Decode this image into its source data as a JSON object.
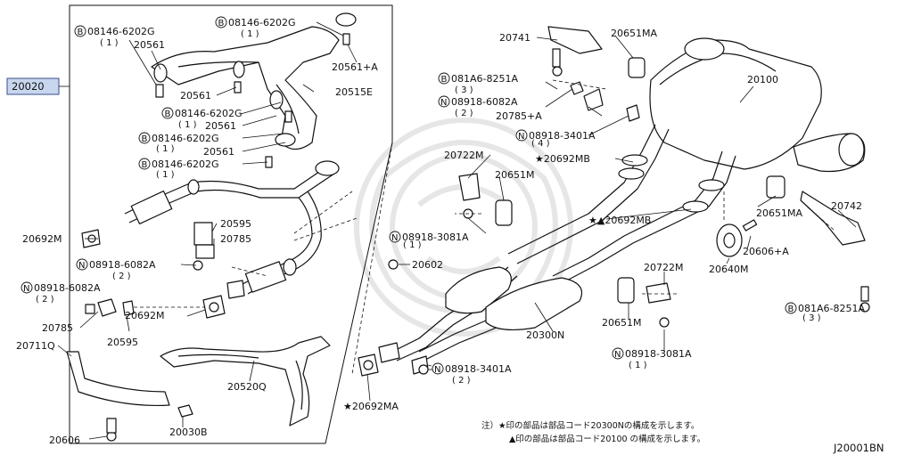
{
  "assembly_code": "20020",
  "diagram_id": "J20001BN",
  "labels": {
    "b_08146_6202g_a": "08146-6202G",
    "q1_a": "( 1 )",
    "p20561_a": "20561",
    "b_08146_6202g_b": "08146-6202G",
    "q1_b": "( 1 )",
    "p20561_plus_a": "20561+A",
    "p20515e": "20515E",
    "p20561_b": "20561",
    "b_08146_6202g_c": "08146-6202G",
    "q1_c": "( 1 )",
    "p20561_c": "20561",
    "b_08146_6202g_d": "08146-6202G",
    "q1_d": "( 1 )",
    "p20561_d": "20561",
    "b_08146_6202g_e": "08146-6202G",
    "q1_e": "( 1 )",
    "p20595_a": "20595",
    "p20785_a": "20785",
    "p20692m_a": "20692M",
    "n_08918_6082a_a": "08918-6082A",
    "q2_a": "( 2 )",
    "p20602": "20602",
    "n_08918_6082a_b": "08918-6082A",
    "q2_b": "( 2 )",
    "p20785_b": "20785",
    "p20595_b": "20595",
    "p20692m_b": "20692M",
    "p20711q": "20711Q",
    "p20520q": "20520Q",
    "p20606": "20606",
    "p20030b": "20030B",
    "p20741": "20741",
    "p20651ma_a": "20651MA",
    "b_081a6_8251a_a": "081A6-8251A",
    "q3_a": "( 3 )",
    "n_08918_6082a_c": "08918-6082A",
    "q2_c": "( 2 )",
    "p20785_plus_a": "20785+A",
    "p20100": "20100",
    "n_08918_3401a_a": "08918-3401A",
    "q4": "( 4 )",
    "p20692mb_a": "★20692MB",
    "p20722m_a": "20722M",
    "p20651m_a": "20651M",
    "p20692mb_b": "★▲20692MB",
    "n_08918_3081a_a": "08918-3081A",
    "q1_f": "( 1 )",
    "p20651ma_b": "20651MA",
    "p20742": "20742",
    "p20606_plus_a": "20606+A",
    "p20640m": "20640M",
    "b_081a6_8251a_b": "081A6-8251A",
    "q3_b": "( 3 )",
    "p20722m_b": "20722M",
    "p20651m_b": "20651M",
    "p20300n": "20300N",
    "n_08918_3081a_b": "08918-3081A",
    "q1_g": "( 1 )",
    "n_08918_3401a_b": "08918-3401A",
    "q2_d": "( 2 )",
    "p20692ma": "★20692MA"
  },
  "notes": {
    "line1": "注）★印の部品は部品コード20300Nの構成を示します。",
    "line2": "▲印の部品は部品コード20100 の構成を示します。"
  },
  "prefixes": {
    "b": "B",
    "n": "N"
  }
}
